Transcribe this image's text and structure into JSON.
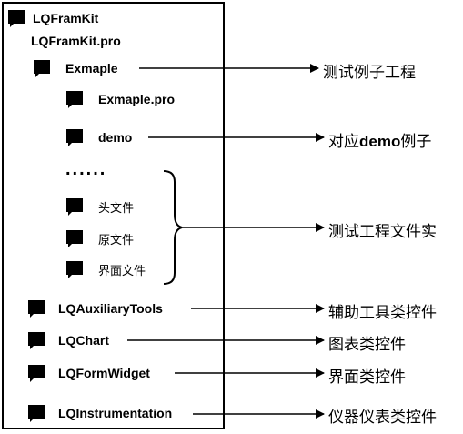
{
  "root": {
    "label": "LQFramKit",
    "icon": "folder-icon"
  },
  "root_pro": {
    "label": "LQFramKit.pro"
  },
  "exmaple": {
    "label": "Exmaple",
    "icon": "folder-icon"
  },
  "exmaple_pro": {
    "label": "Exmaple.pro",
    "icon": "folder-icon"
  },
  "demo": {
    "label": "demo",
    "icon": "folder-icon"
  },
  "ellipsis": "......",
  "files": [
    {
      "label": "头文件",
      "icon": "folder-icon"
    },
    {
      "label": "原文件",
      "icon": "folder-icon"
    },
    {
      "label": "界面文件",
      "icon": "folder-icon"
    }
  ],
  "modules": [
    {
      "label": "LQAuxiliaryTools",
      "icon": "folder-icon",
      "note": "辅助工具类控件"
    },
    {
      "label": "LQChart",
      "icon": "folder-icon",
      "note": "图表类控件"
    },
    {
      "label": "LQFormWidget",
      "icon": "folder-icon",
      "note": "界面类控件"
    },
    {
      "label": "LQInstrumentation",
      "icon": "folder-icon",
      "note": "仪器仪表类控件"
    }
  ],
  "notes": {
    "exmaple": "测试例子工程",
    "demo_prefix": "对应",
    "demo_code": "demo",
    "demo_suffix": "例子",
    "files": "测试工程文件实"
  },
  "colors": {
    "line": "#000000",
    "icon": "#000000"
  }
}
